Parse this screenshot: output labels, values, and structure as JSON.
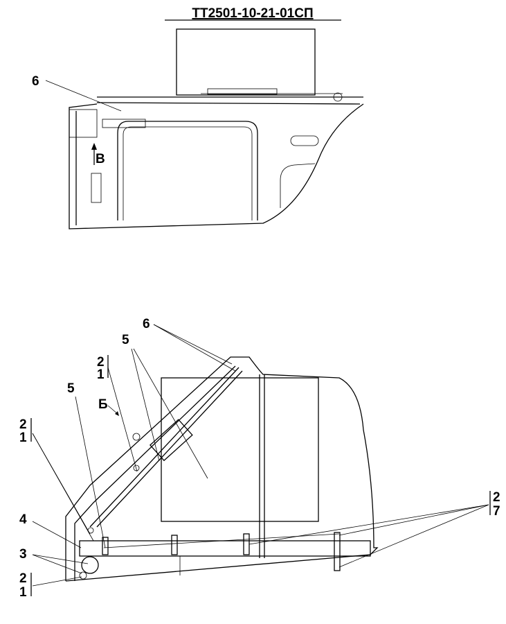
{
  "title": "ТТ2501-10-21-01СП",
  "top_view": {
    "callout_6": "6",
    "view_label": "В"
  },
  "bottom_view": {
    "callout_6": "6",
    "callout_5_upper": "5",
    "callout_5_left": "5",
    "callout_4": "4",
    "callout_3": "3",
    "view_label": "Б",
    "fraction_mid_num": "2",
    "fraction_mid_den": "1",
    "fraction_left_num": "2",
    "fraction_left_den": "1",
    "fraction_bottom_num": "2",
    "fraction_bottom_den": "1",
    "fraction_right_num": "2",
    "fraction_right_den": "7"
  }
}
